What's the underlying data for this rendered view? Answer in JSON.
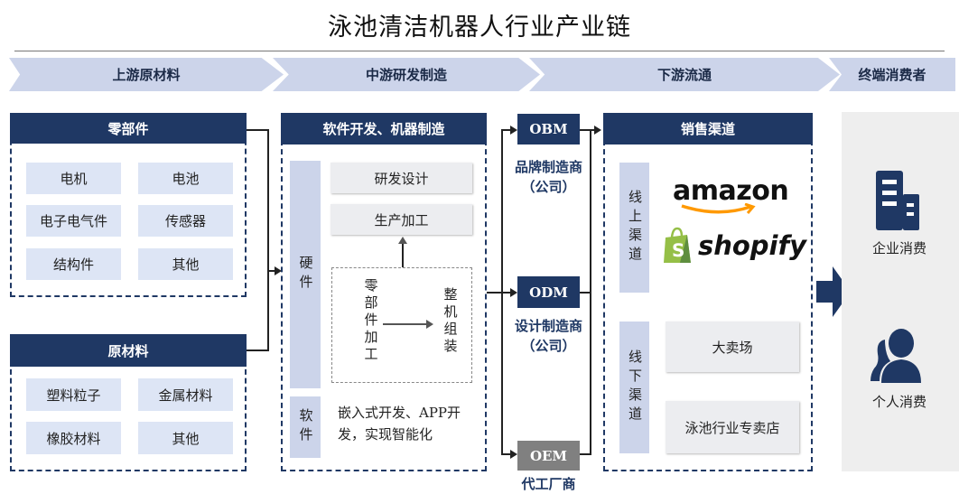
{
  "title": "泳池清洁机器人行业产业链",
  "stages": [
    "上游原材料",
    "中游研发制造",
    "下游流通",
    "终端消费者"
  ],
  "parts": {
    "header": "零部件",
    "items": [
      "电机",
      "电池",
      "电子电气件",
      "传感器",
      "结构件",
      "其他"
    ]
  },
  "raw": {
    "header": "原材料",
    "items": [
      "塑料粒子",
      "金属材料",
      "橡胶材料",
      "其他"
    ]
  },
  "midstream": {
    "header": "软件开发、机器制造",
    "hardware": "硬件",
    "software": "软件",
    "rd": "研发设计",
    "production": "生产加工",
    "parts_processing": "零部件加工",
    "assembly": "整机组装",
    "software_desc": "嵌入式开发、APP开发，实现智能化"
  },
  "manufacturers": {
    "obm": {
      "code": "OBM",
      "label": "品牌制造商（公司）"
    },
    "odm": {
      "code": "ODM",
      "label": "设计制造商（公司）"
    },
    "oem": {
      "code": "OEM",
      "label": "代工厂商"
    }
  },
  "channels": {
    "header": "销售渠道",
    "online": "线上渠道",
    "offline": "线下渠道",
    "online_brands": [
      "amazon",
      "shopify"
    ],
    "offline_items": [
      "大卖场",
      "泳池行业专卖店"
    ]
  },
  "consumers": {
    "enterprise": "企业消费",
    "personal": "个人消费"
  },
  "colors": {
    "navy": "#1f3864",
    "light_blue": "#ccd4ea",
    "amazon_orange": "#ff9900",
    "shopify_green": "#95bf47",
    "oem_gray": "#808080"
  },
  "icons": [
    "building-icon",
    "person-icon",
    "arrow-right-icon"
  ]
}
